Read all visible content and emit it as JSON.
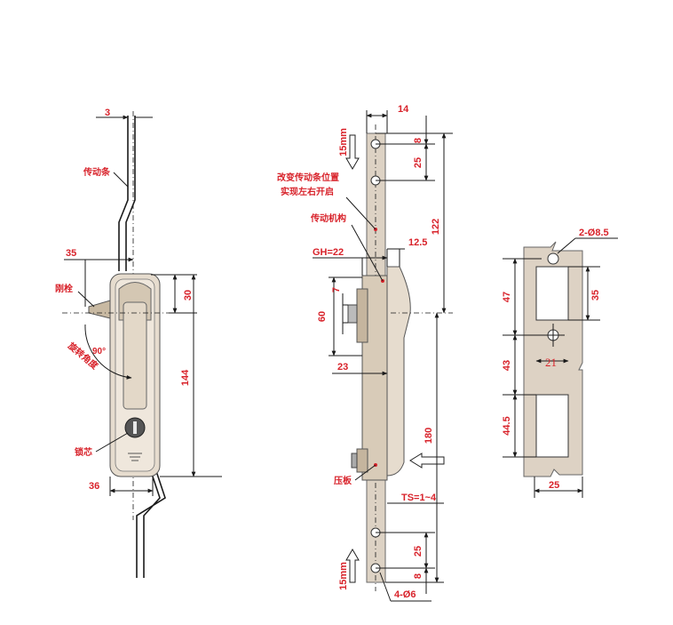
{
  "labels": {
    "drive_bar": "传动条",
    "rigid_bolt": "刚栓",
    "rotation_angle": "旋转角度",
    "angle_value": "90°",
    "lock_core": "锁芯",
    "change_bar_position_l1": "改变传动条位置",
    "change_bar_position_l2": "实现左右开启",
    "transmission_mechanism": "传动机构",
    "pressure_plate": "压板",
    "gh": "GH=22",
    "ts": "TS=1~4",
    "holes_4": "4-Ø6",
    "holes_2": "2-Ø8.5"
  },
  "dims_left": {
    "d3": "3",
    "d35": "35",
    "d30": "30",
    "d144": "144",
    "d36": "36"
  },
  "dims_middle": {
    "d14": "14",
    "d8_top": "8",
    "d25_top": "25",
    "d15mm_top": "15mm",
    "d122": "122",
    "d12_5": "12.5",
    "d7": "7",
    "d60": "60",
    "d23": "23",
    "d180": "180",
    "d25_bottom": "25",
    "d8_bottom": "8",
    "d15mm_bottom": "15mm"
  },
  "dims_right": {
    "d47": "47",
    "d35": "35",
    "d43": "43",
    "d21": "21",
    "d44_5": "44.5",
    "d25": "25"
  }
}
